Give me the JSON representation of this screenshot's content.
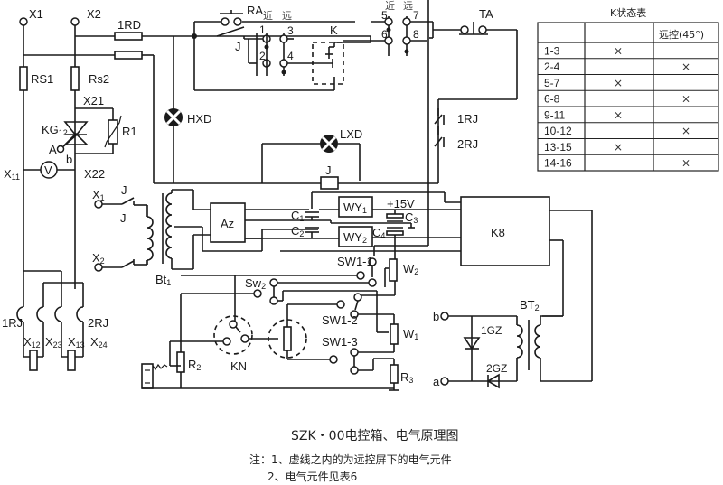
{
  "diagram": {
    "type": "electrical-schematic",
    "title": "SZK・00电控箱、电气原理图",
    "notes": [
      "注：1、虚线之内的为远控屏下的电气元件",
      "2、电气元件见表6"
    ],
    "labels": {
      "x1": "X1",
      "x2": "X2",
      "rd1": "1RD",
      "rs1": "RS1",
      "rs2": "Rs2",
      "x21": "X21",
      "kg": "KG",
      "kg_sub": "12",
      "r1": "R1",
      "a": "A",
      "b": "b",
      "x11": "X",
      "x11_sub": "11",
      "v": "V",
      "x22": "X22",
      "hxd": "HXD",
      "lxd": "LXD",
      "ra": "RA",
      "near": "近",
      "far": "远",
      "j": "J",
      "k": "K",
      "ta": "TA",
      "rj1": "1RJ",
      "rj2": "2RJ",
      "t1": "1",
      "t2": "2",
      "t3": "3",
      "t4": "4",
      "t5": "5",
      "t6": "6",
      "t7": "7",
      "t8": "8",
      "jx1": "X",
      "jx1_sub": "1",
      "jx2": "X",
      "jx2_sub": "2",
      "bt1": "Bt",
      "bt1_sub": "1",
      "az": "Az",
      "c1": "C",
      "c1_sub": "1",
      "c2": "C",
      "c2_sub": "2",
      "wy1": "WY",
      "wy1_sub": "1",
      "wy2": "WY",
      "wy2_sub": "2",
      "p15v": "+15V",
      "c3": "C",
      "c3_sub": "3",
      "c4": "C",
      "c4_sub": "4",
      "k8": "K8",
      "sw11": "SW1-1",
      "sw12": "SW1-2",
      "sw13": "SW1-3",
      "sw2": "Sw",
      "sw2_sub": "2",
      "w1": "W",
      "w1_sub": "1",
      "w2": "W",
      "w2_sub": "2",
      "r2": "R",
      "r2_sub": "2",
      "r3": "R",
      "r3_sub": "3",
      "kn": "KN",
      "bt2": "BT",
      "bt2_sub": "2",
      "gz1": "1GZ",
      "gz2": "2GZ",
      "ta_b": "b",
      "ta_a": "a",
      "rj1b": "1RJ",
      "rj2b": "2RJ",
      "x12": "X",
      "x12_sub": "12",
      "x23": "X",
      "x23_sub": "23",
      "x13": "X",
      "x13_sub": "13",
      "x24": "X",
      "x24_sub": "24"
    }
  },
  "k_state_table": {
    "caption": "K状态表",
    "headers": [
      "",
      "",
      "远控(45°)"
    ],
    "rows": [
      {
        "contact": "1-3",
        "col1": "×",
        "col2": ""
      },
      {
        "contact": "2-4",
        "col1": "",
        "col2": "×"
      },
      {
        "contact": "5-7",
        "col1": "×",
        "col2": ""
      },
      {
        "contact": "6-8",
        "col1": "",
        "col2": "×"
      },
      {
        "contact": "9-11",
        "col1": "×",
        "col2": ""
      },
      {
        "contact": "10-12",
        "col1": "",
        "col2": "×"
      },
      {
        "contact": "13-15",
        "col1": "×",
        "col2": ""
      },
      {
        "contact": "14-16",
        "col1": "",
        "col2": "×"
      }
    ]
  }
}
